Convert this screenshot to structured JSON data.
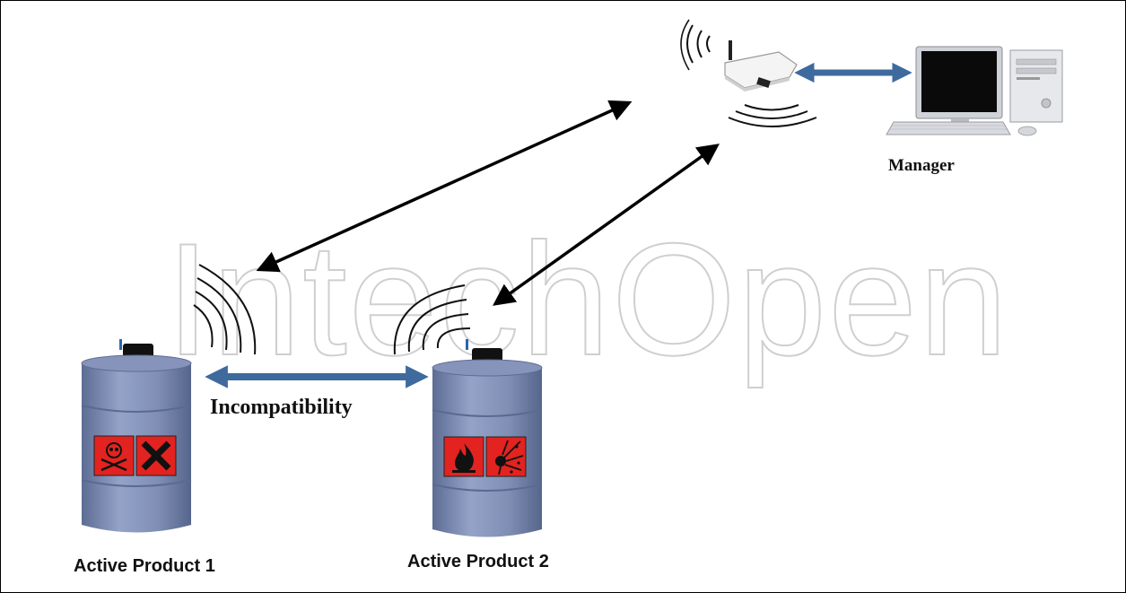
{
  "watermark": "IntechOpen",
  "labels": {
    "manager": "Manager",
    "incompatibility": "Incompatibility",
    "product1": "Active Product 1",
    "product2": "Active Product 2"
  },
  "colors": {
    "barrel": "#7f8fb5",
    "barrel_dark": "#5f6e94",
    "link_blue": "#3e6a9e",
    "hazard_red": "#e3231f",
    "watermark": "#d3d3d3"
  },
  "icons": {
    "product1_hazards": [
      "toxic-skull-icon",
      "harmful-x-icon"
    ],
    "product2_hazards": [
      "flammable-flame-icon",
      "explosive-icon"
    ],
    "access_point": "wireless-access-point-icon",
    "computer": "desktop-computer-icon"
  }
}
